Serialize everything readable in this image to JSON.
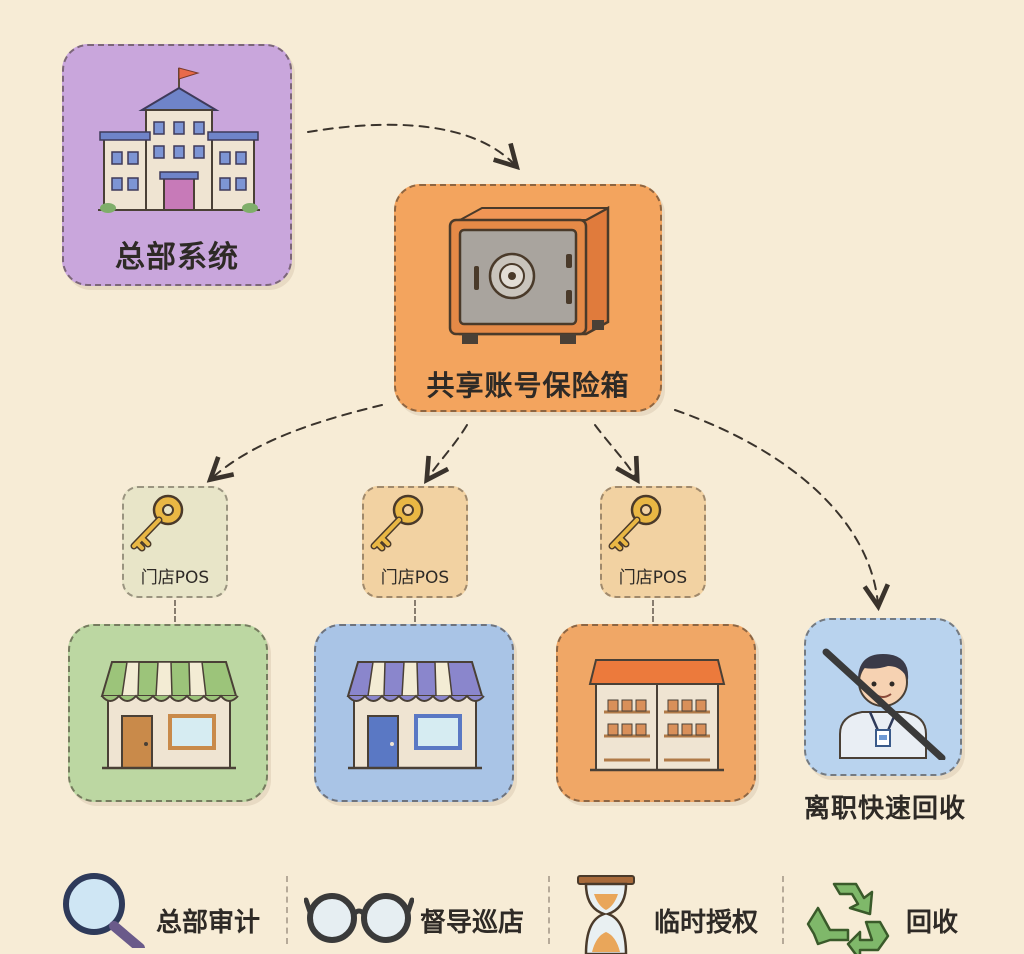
{
  "headquarters": {
    "label": "总部系统"
  },
  "vault": {
    "label": "共享账号保险箱"
  },
  "pos_keys": [
    {
      "label": "门店POS"
    },
    {
      "label": "门店POS"
    },
    {
      "label": "门店POS"
    }
  ],
  "offboarding": {
    "label": "离职快速回收"
  },
  "legend": [
    {
      "label": "总部审计",
      "icon": "magnifier-icon"
    },
    {
      "label": "督导巡店",
      "icon": "glasses-icon"
    },
    {
      "label": "临时授权",
      "icon": "hourglass-icon"
    },
    {
      "label": "回收",
      "icon": "recycle-icon"
    }
  ],
  "colors": {
    "background": "#f7ecd6",
    "headquarters": "#c9a6dc",
    "vault": "#f3a45e",
    "store_green": "#bcd7a2",
    "store_blue": "#a9c4e6",
    "store_orange": "#f0a766",
    "offboarding": "#b9d3ee",
    "key": "#e9b744"
  }
}
